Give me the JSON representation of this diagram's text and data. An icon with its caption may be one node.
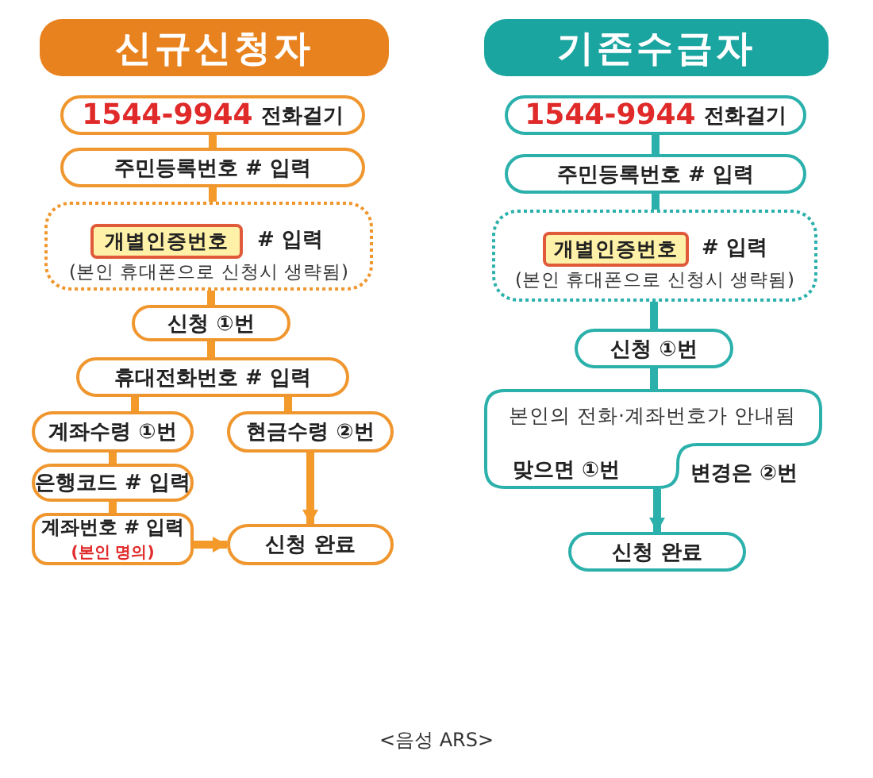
{
  "diagram": {
    "caption": "<음성 ARS>",
    "nodes": [
      {
        "text": [
          "신규신청자"
        ]
      },
      {
        "text": [
          "1544-9944",
          "전화걸기"
        ]
      },
      {
        "text": [
          "주민등록번호 # 입력"
        ]
      },
      {
        "text": [
          "# 입력",
          "(본인 휴대폰으로 신청시 생략됨)"
        ]
      },
      {
        "text": [
          "개별인증번호"
        ],
        "in": 3
      },
      {
        "text": [
          "신청 ①번"
        ]
      },
      {
        "text": [
          "휴대전화번호 # 입력"
        ]
      },
      {
        "text": [
          "계좌수령 ①번"
        ]
      },
      {
        "text": [
          "현금수령 ②번"
        ]
      },
      {
        "text": [
          "은행코드 # 입력"
        ]
      },
      {
        "text": [
          "계좌번호 # 입력",
          "(본인 명의)"
        ]
      },
      {
        "text": [
          "신청 완료"
        ]
      },
      {
        "text": [
          "기존수급자"
        ]
      },
      {
        "text": [
          "1544-9944",
          "전화걸기"
        ]
      },
      {
        "text": [
          "주민등록번호 # 입력"
        ]
      },
      {
        "text": [
          "# 입력",
          "(본인 휴대폰으로 신청시 생략됨)"
        ]
      },
      {
        "text": [
          "개별인증번호"
        ],
        "in": 15
      },
      {
        "text": [
          "신청 ①번"
        ]
      },
      {
        "text": [
          "본인의 전화·계좌번호가 안내됨",
          "맞으면 ①번",
          "변경은 ②번"
        ]
      },
      {
        "text": [
          "신청 완료"
        ]
      }
    ],
    "edges": [
      {
        "from": 1,
        "to": 2,
        "arrow": "none",
        "color": "#f39a2b"
      },
      {
        "from": 2,
        "to": 3,
        "arrow": "none",
        "color": "#f39a2b"
      },
      {
        "from": 3,
        "to": 5,
        "arrow": "none",
        "color": "#f39a2b"
      },
      {
        "from": 5,
        "to": 6,
        "arrow": "none",
        "color": "#f39a2b"
      },
      {
        "from": 6,
        "to": 7,
        "arrow": "none",
        "color": "#f39a2b"
      },
      {
        "from": 6,
        "to": 8,
        "arrow": "none",
        "color": "#f39a2b"
      },
      {
        "from": 7,
        "to": 9,
        "arrow": "none",
        "color": "#f39a2b"
      },
      {
        "from": 9,
        "to": 10,
        "arrow": "none",
        "color": "#f39a2b"
      },
      {
        "from": 10,
        "to": 11,
        "arrow": "to",
        "color": "#f39a2b"
      },
      {
        "from": 8,
        "to": 11,
        "arrow": "to",
        "color": "#f39a2b"
      },
      {
        "from": 13,
        "to": 14,
        "arrow": "none",
        "color": "#2bb0ab"
      },
      {
        "from": 14,
        "to": 15,
        "arrow": "none",
        "color": "#2bb0ab"
      },
      {
        "from": 15,
        "to": 17,
        "arrow": "none",
        "color": "#2bb0ab"
      },
      {
        "from": 17,
        "to": 18,
        "arrow": "none",
        "color": "#2bb0ab"
      },
      {
        "from": 18,
        "to": 19,
        "arrow": "to",
        "color": "#2bb0ab"
      }
    ]
  }
}
